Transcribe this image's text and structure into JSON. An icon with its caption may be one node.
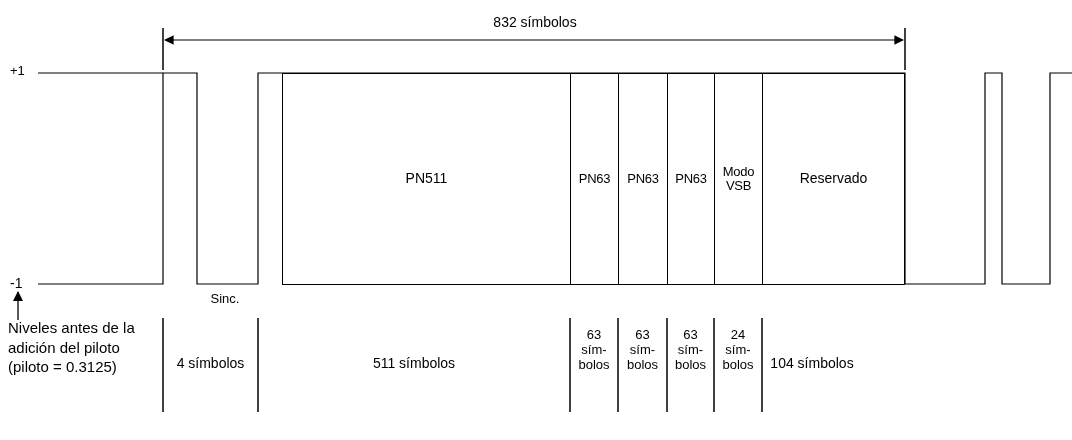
{
  "diagram": {
    "nodes": [
      {
        "text": [
          "PN511"
        ]
      },
      {
        "text": [
          "PN63"
        ]
      },
      {
        "text": [
          "PN63"
        ]
      },
      {
        "text": [
          "PN63"
        ]
      },
      {
        "text": [
          "Modo VSB"
        ]
      },
      {
        "text": [
          "Reservado"
        ]
      },
      {
        "text": [
          "-1"
        ]
      },
      {
        "text": [
          "Niveles antes de la adición del piloto (piloto = 0.3125)"
        ]
      }
    ],
    "edges": [
      {
        "from": 7,
        "to": 6,
        "arrow": "to"
      }
    ],
    "labels": [
      "832 símbolos",
      "+1",
      "Sinc.",
      "4 símbolos",
      "511 símbolos",
      "63 sím- bolos",
      "63 sím- bolos",
      "63 sím- bolos",
      "24 sím- bolos",
      "104 símbolos"
    ]
  }
}
